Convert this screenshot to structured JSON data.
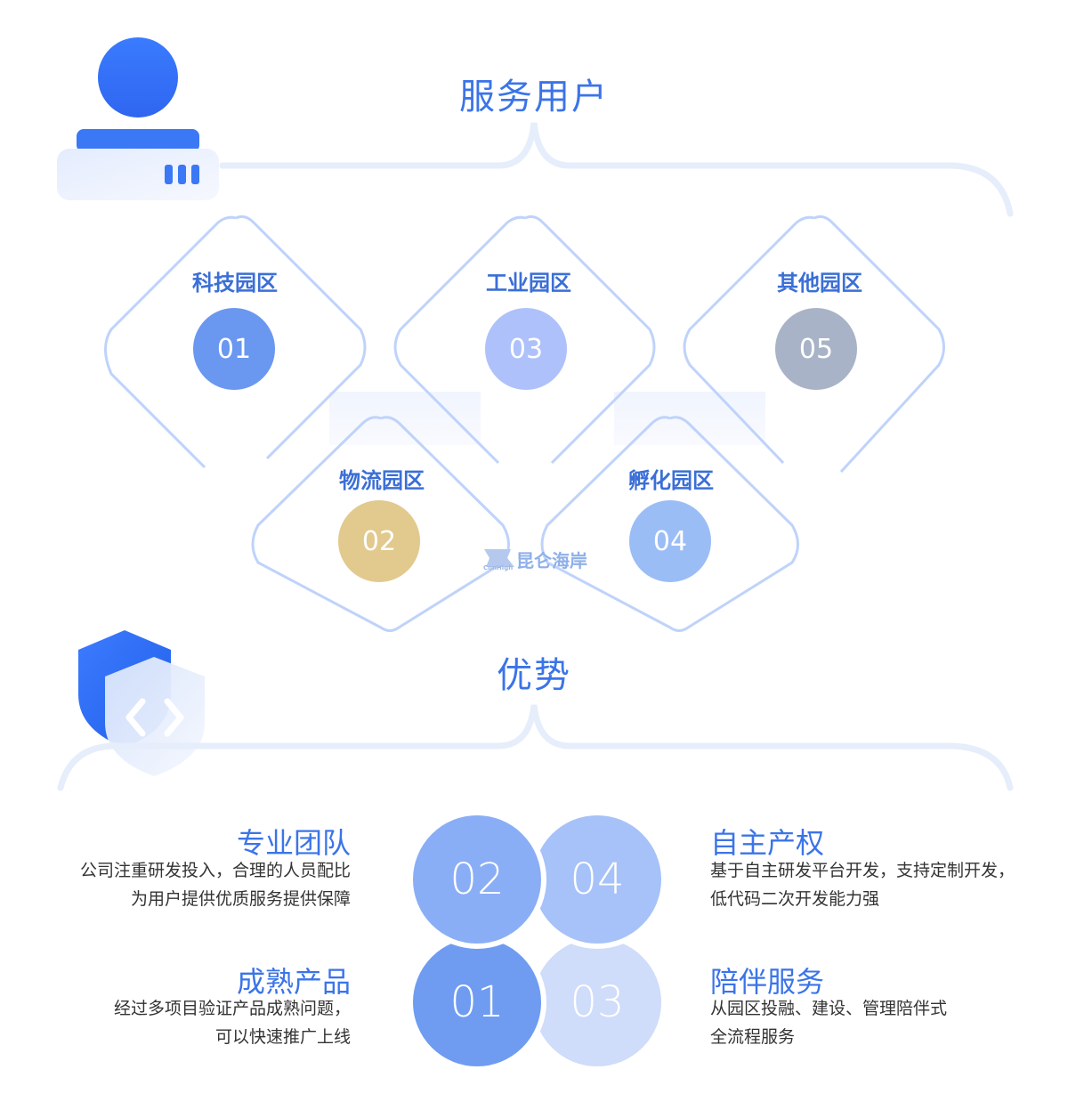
{
  "sections": {
    "users_title": "服务用户",
    "advantages_title": "优势"
  },
  "zones": [
    {
      "label": "科技园区",
      "number": "01",
      "color": "#6a97f0"
    },
    {
      "label": "物流园区",
      "number": "02",
      "color": "#e2c98d"
    },
    {
      "label": "工业园区",
      "number": "03",
      "color": "#aec1fb"
    },
    {
      "label": "孵化园区",
      "number": "04",
      "color": "#9bbdf5"
    },
    {
      "label": "其他园区",
      "number": "05",
      "color": "#a9b3c7"
    }
  ],
  "advantages": [
    {
      "title": "专业团队",
      "line1": "公司注重研发投入，合理的人员配比",
      "line2": "为用户提供优质服务提供保障",
      "number": "02"
    },
    {
      "title": "成熟产品",
      "line1": "经过多项目验证产品成熟问题，",
      "line2": "可以快速推广上线",
      "number": "01"
    },
    {
      "title": "自主产权",
      "line1": "基于自主研发平台开发，支持定制开发，",
      "line2": "低代码二次开发能力强",
      "number": "04"
    },
    {
      "title": "陪伴服务",
      "line1": "从园区投融、建设、管理陪伴式",
      "line2": "全流程服务",
      "number": "03"
    }
  ],
  "watermark": {
    "text": "昆仑海岸",
    "sub": "ConHigh"
  }
}
